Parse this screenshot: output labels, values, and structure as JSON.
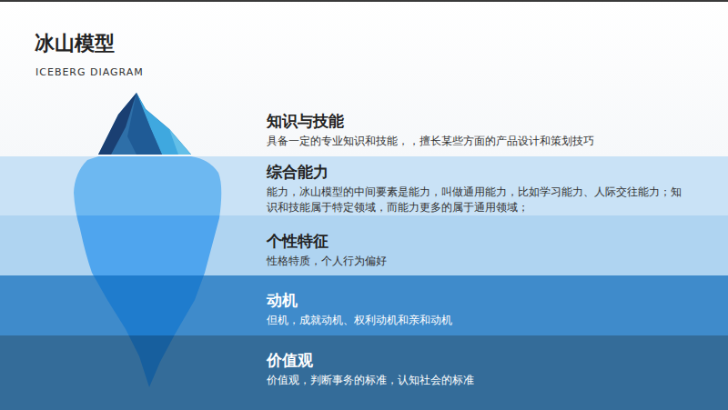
{
  "diagram": {
    "title": "冰山模型",
    "nodes": [
      {
        "text": [
          "知识与技能",
          "具备一定的专业知识和技能，，擅长某些方面的产品设计和策划技巧"
        ]
      },
      {
        "text": [
          "综合能力",
          "能力，冰山模型的中间要素是能力，叫做通用能力，比如学习能力、人际交往能力；知 识和技能属于特定领域，而能力更多的属于通用领域；"
        ]
      },
      {
        "text": [
          "个性特征",
          "性格特质，个人行为偏好"
        ]
      },
      {
        "text": [
          "动机",
          "但机，成就动机、权利动机和亲和动机"
        ]
      },
      {
        "text": [
          "价值观",
          "价值观，判断事务的标准，认知社会的标准"
        ]
      }
    ],
    "labels": [
      "ICEBERG DIAGRAM"
    ]
  }
}
